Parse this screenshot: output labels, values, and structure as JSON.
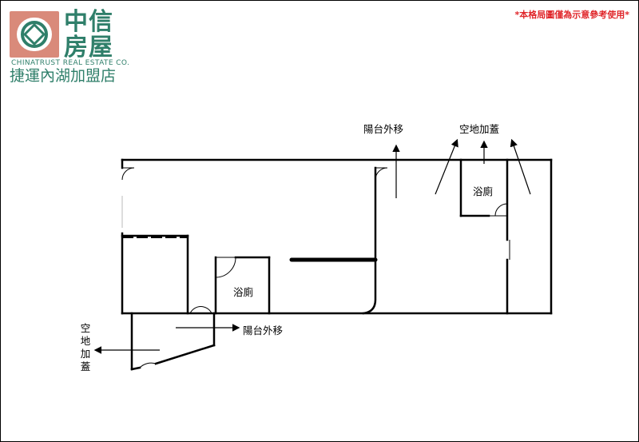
{
  "logo": {
    "brand_cn": "中信房屋",
    "brand_en": "CHINATRUST REAL ESTATE CO.",
    "branch": "捷運內湖加盟店",
    "colors": {
      "green": "#2f7f6a",
      "mark": "#d98a7a"
    }
  },
  "disclaimer": "*本格局圖僅為示意參考使用*",
  "labels": {
    "balcony_top": "陽台外移",
    "vacant_top": "空地加蓋",
    "bath_right": "浴廁",
    "bath_left": "浴廁",
    "balcony_bottom": "陽台外移",
    "vacant_bottom": "空地加蓋"
  },
  "colors": {
    "disclaimer": "#e0262a"
  }
}
